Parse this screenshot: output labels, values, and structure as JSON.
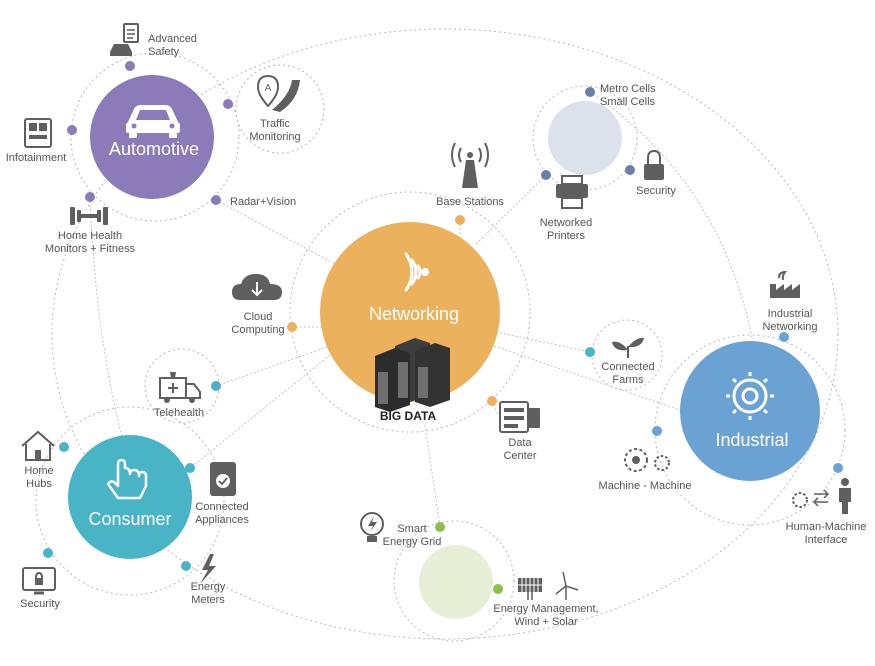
{
  "hubs": {
    "automotive": {
      "label": "Automotive",
      "color": "#8b7bb8"
    },
    "networking": {
      "label": "Networking",
      "color": "#ebb15d"
    },
    "consumer": {
      "label": "Consumer",
      "color": "#4ab4c7"
    },
    "industrial": {
      "label": "Industrial",
      "color": "#6aa3d3"
    }
  },
  "big_data": "BIG DATA",
  "labels": {
    "advanced_safety": [
      "Advanced",
      "Safety"
    ],
    "traffic_monitoring": [
      "Traffic",
      "Monitoring"
    ],
    "infotainment": [
      "Infotainment"
    ],
    "radar_vision": [
      "Radar+Vision"
    ],
    "home_health": [
      "Home Health",
      "Monitors + Fitness"
    ],
    "base_stations": [
      "Base Stations"
    ],
    "metro_cells": [
      "Metro Cells",
      "Small Cells"
    ],
    "security_top": [
      "Security"
    ],
    "networked_printers": [
      "Networked",
      "Printers"
    ],
    "cloud_computing": [
      "Cloud",
      "Computing"
    ],
    "telehealth": [
      "Telehealth"
    ],
    "industrial_networking": [
      "Industrial",
      "Networking"
    ],
    "connected_farms": [
      "Connected",
      "Farms"
    ],
    "data_center": [
      "Data",
      "Center"
    ],
    "home_hubs": [
      "Home",
      "Hubs"
    ],
    "connected_appliances": [
      "Connected",
      "Appliances"
    ],
    "machine_machine": [
      "Machine - Machine"
    ],
    "human_machine": [
      "Human-Machine",
      "Interface"
    ],
    "smart_energy": [
      "Smart",
      "Energy Grid"
    ],
    "energy_meters": [
      "Energy",
      "Meters"
    ],
    "security_bottom": [
      "Security"
    ],
    "energy_management": [
      "Energy Management,",
      "Wind + Solar"
    ]
  },
  "colors": {
    "automotive_dot": "#8b7bb8",
    "networking_dot": "#ebb15d",
    "consumer_dot": "#4ab4c7",
    "industrial_dot": "#6aa3d3",
    "small_cells_dot": "#6b7fa8",
    "energy_dot": "#8cc04b",
    "small_cells_fill": "#dde1ec",
    "energy_fill": "#e6efd6"
  },
  "icons": [
    "car-icon",
    "wifi-signal-icon",
    "pointing-hand-icon",
    "gear-icon",
    "car-clipboard-icon",
    "map-pin-road-icon",
    "dashboard-panel-icon",
    "dumbbell-icon",
    "radio-tower-icon",
    "lock-icon",
    "printer-icon",
    "cloud-download-icon",
    "ambulance-icon",
    "factory-icon",
    "sprout-icon",
    "server-icon",
    "house-icon",
    "appliance-icon",
    "gears-icon",
    "gear-person-icon",
    "lightbulb-bolt-icon",
    "lightning-icon",
    "monitor-lock-icon",
    "solar-wind-icon",
    "server-racks-icon"
  ]
}
